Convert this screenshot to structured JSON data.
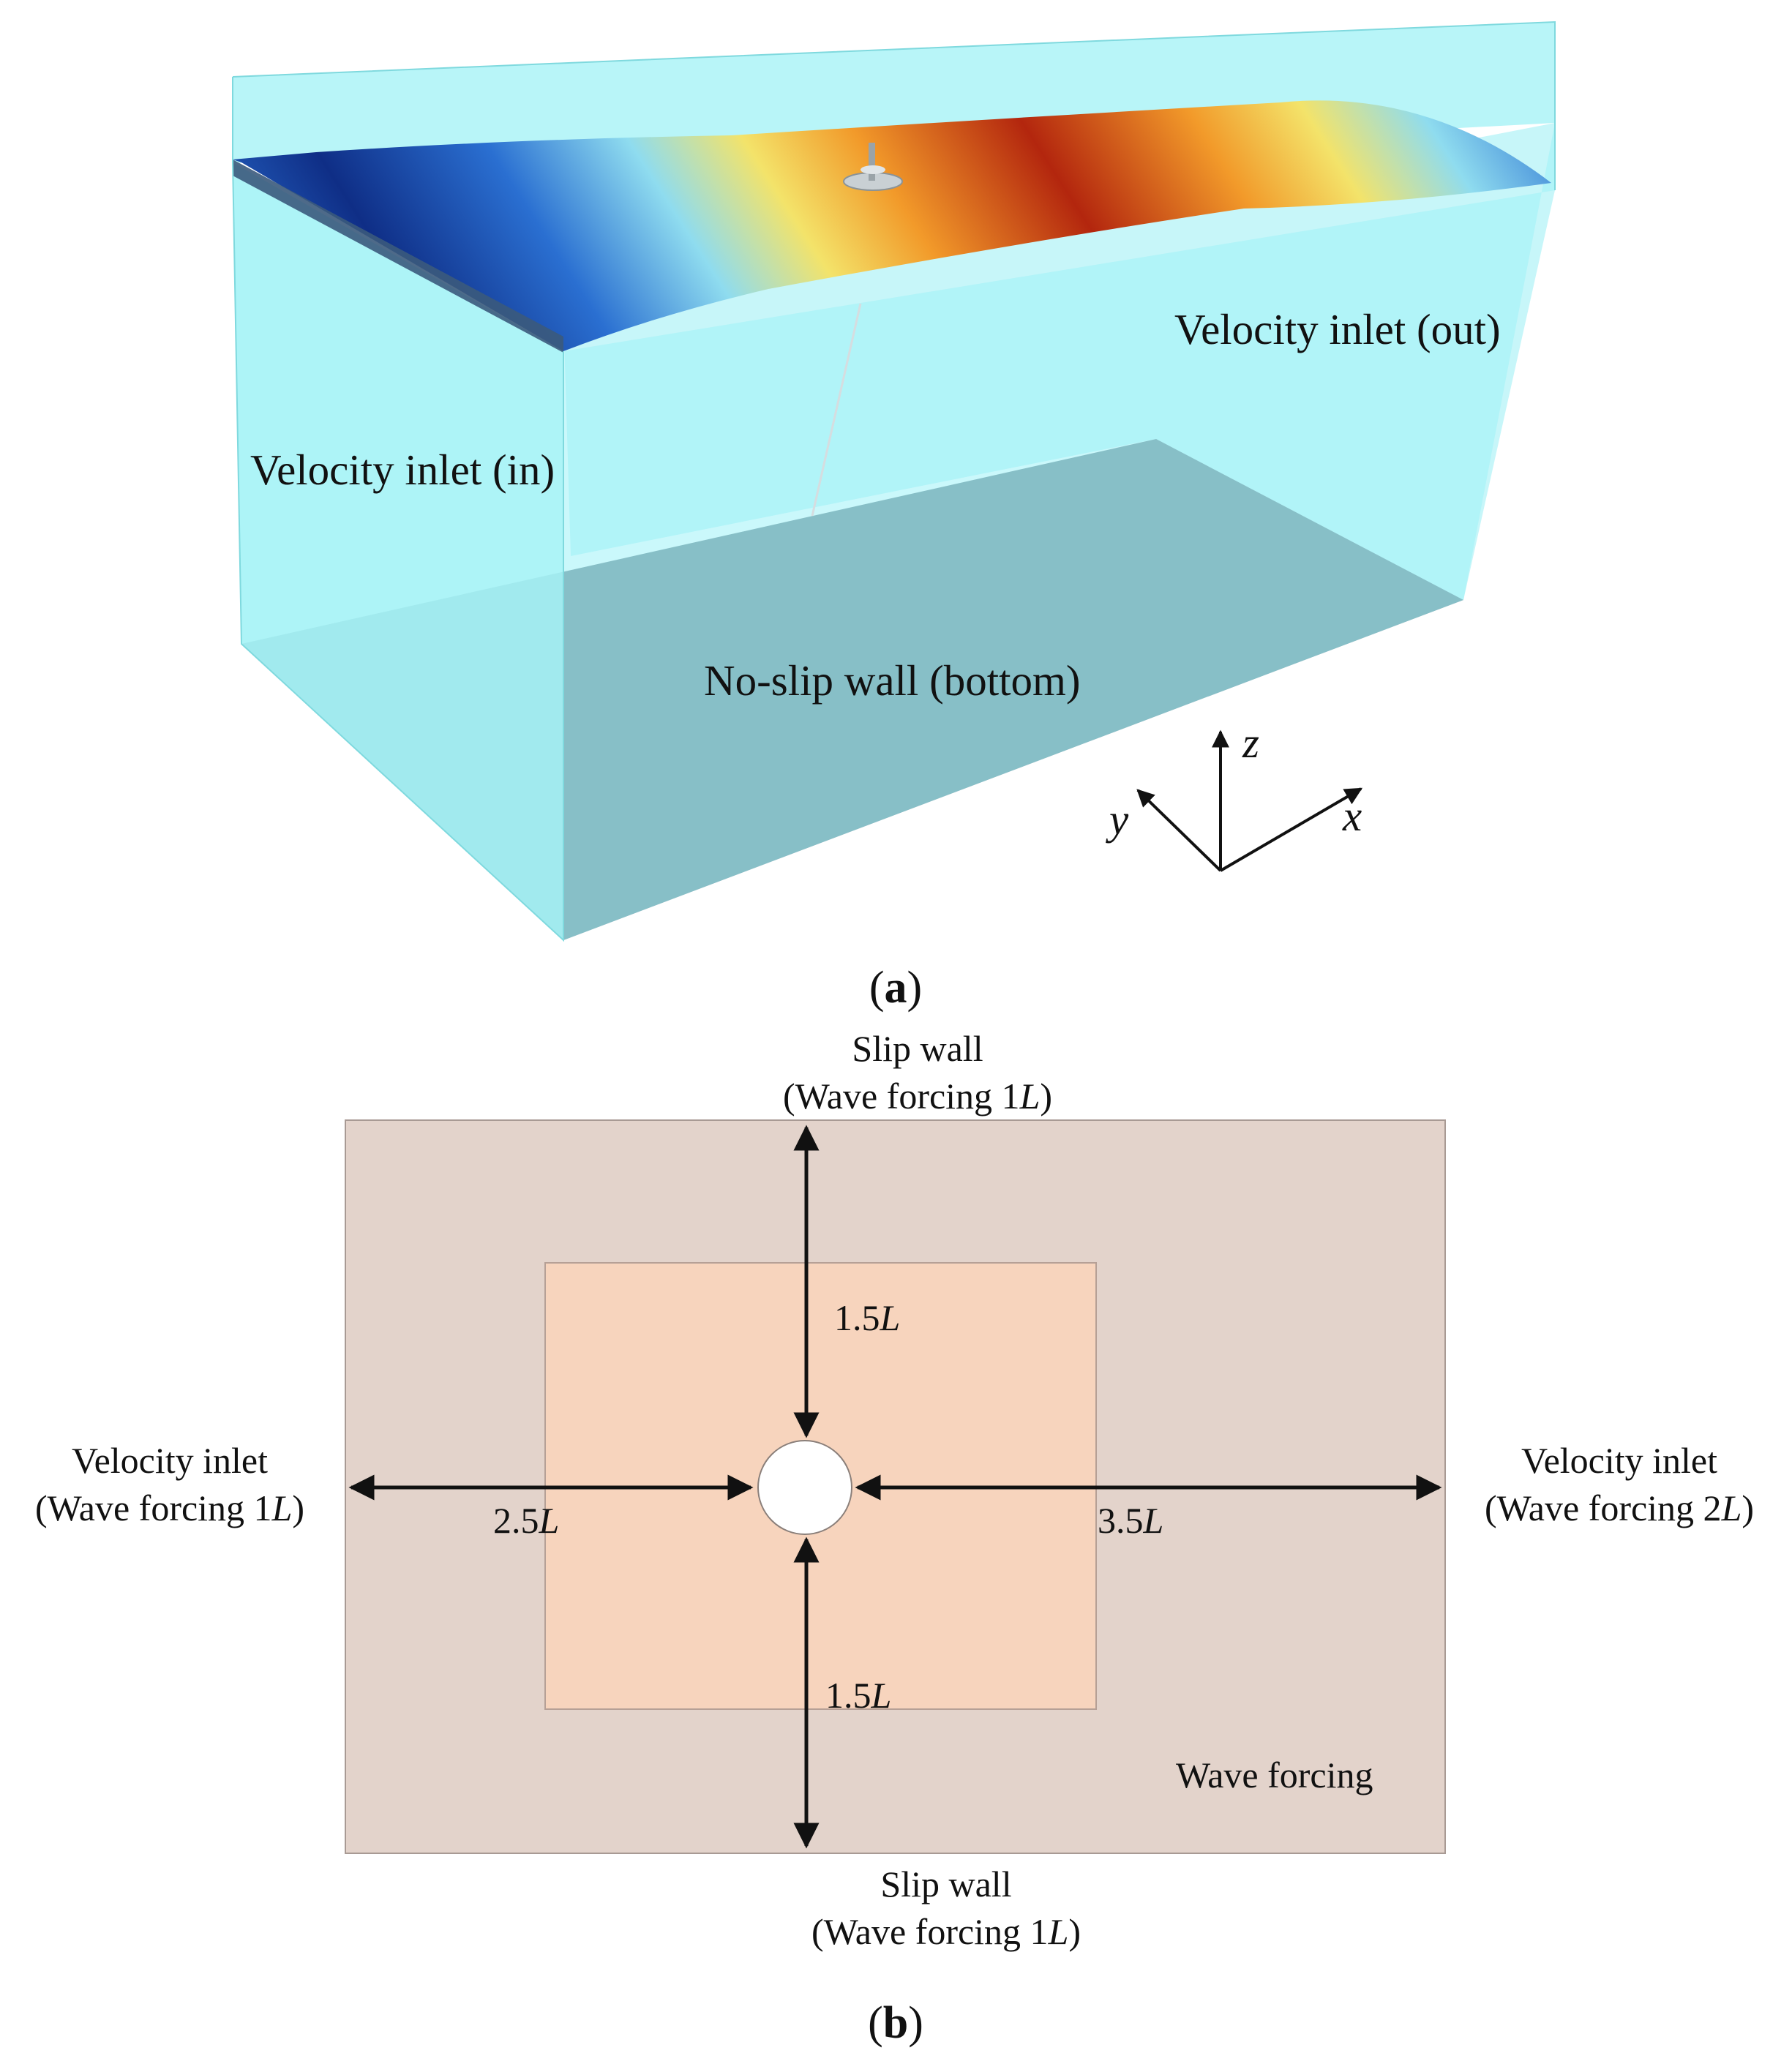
{
  "panel_a": {
    "label_outlet": "Velocity inlet (out)",
    "label_inlet": "Velocity inlet (in)",
    "label_bottom": "No-slip wall (bottom)",
    "axis_z": "z",
    "axis_y": "y",
    "axis_x": "x",
    "caption_open": "(",
    "caption_letter": "a",
    "caption_close": ")",
    "colors": {
      "water": "#9ff3f7",
      "bottom": "#6a818d",
      "wave_crest": "#b3260e",
      "wave_trough": "#0f2e86"
    }
  },
  "panel_b": {
    "top_label_1": "Slip wall",
    "top_label_2_pre": "(Wave forcing 1",
    "top_label_2_it": "L",
    "top_label_2_post": ")",
    "bottom_label_1": "Slip wall",
    "bottom_label_2_pre": "(Wave forcing 1",
    "bottom_label_2_it": "L",
    "bottom_label_2_post": ")",
    "left_label_1": "Velocity inlet",
    "left_label_2_pre": "(Wave forcing 1",
    "left_label_2_it": "L",
    "left_label_2_post": ")",
    "right_label_1": "Velocity inlet",
    "right_label_2_pre": "(Wave forcing 2",
    "right_label_2_it": "L",
    "right_label_2_post": ")",
    "dim_up_num": "1.5",
    "dim_up_it": "L",
    "dim_down_num": "1.5",
    "dim_down_it": "L",
    "dim_left_num": "2.5",
    "dim_left_it": "L",
    "dim_right_num": "3.5",
    "dim_right_it": "L",
    "zone_label": "Wave forcing",
    "caption_open": "(",
    "caption_letter": "b",
    "caption_close": ")",
    "colors": {
      "outer_zone": "#e3d3cb",
      "inner_zone": "#f7d4bd",
      "border": "#a89a94"
    }
  }
}
